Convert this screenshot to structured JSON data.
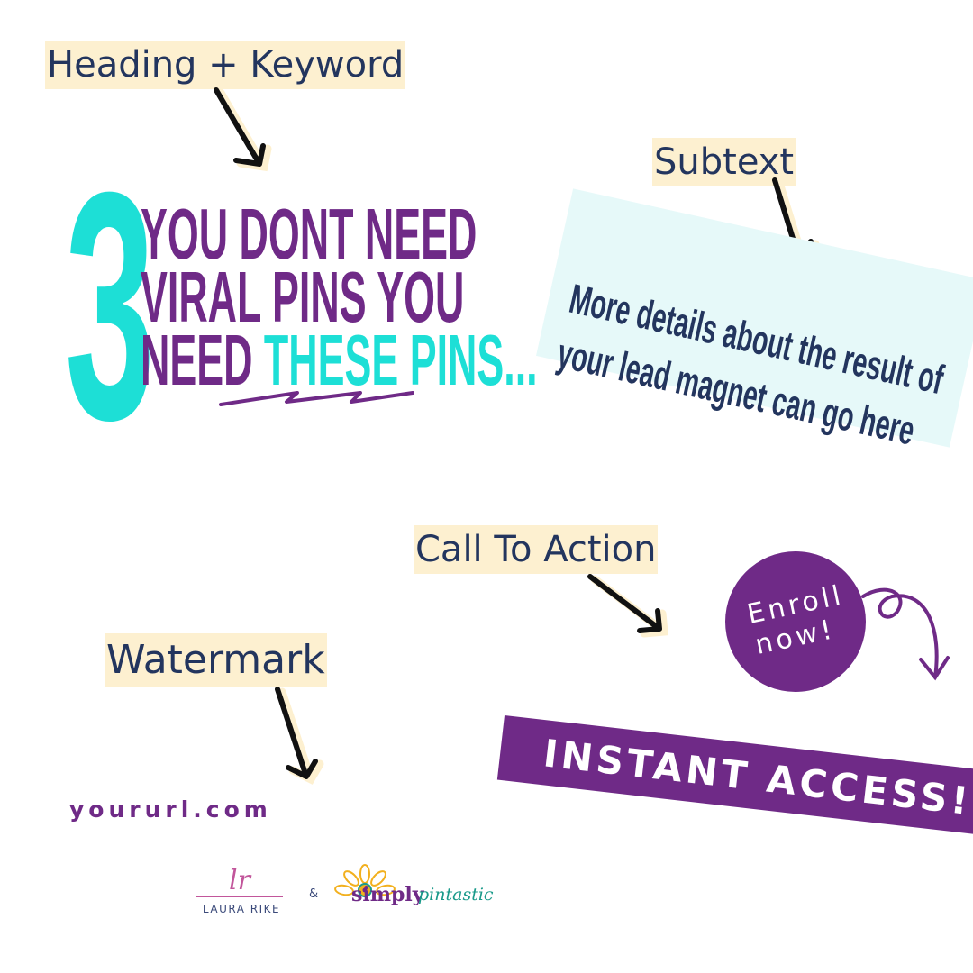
{
  "labels": {
    "heading": "Heading + Keyword",
    "subtext": "Subtext",
    "cta": "Call To Action",
    "watermark": "Watermark"
  },
  "heading": {
    "number": "3",
    "line1": "YOU DONT NEED",
    "line2": "VIRAL PINS YOU",
    "line3_a": "NEED ",
    "line3_b": "THESE PINS..."
  },
  "subtext": {
    "line1": "More details about the result of",
    "line2": "your lead magnet can go here"
  },
  "cta": {
    "circle_line1": "Enroll",
    "circle_line2": "now!",
    "banner": "INSTANT ACCESS!"
  },
  "watermark": {
    "url": "yoururl.com"
  },
  "logos": {
    "laura_monogram": "lr",
    "laura_name": "LAURA RIKE",
    "ampersand": "&",
    "simply": "simply",
    "pintastic": "pintastic"
  },
  "colors": {
    "purple": "#6f2a87",
    "cyan": "#1ddfd6",
    "navy": "#23355e",
    "highlight": "#fdf0d0",
    "subbox": "#e6f9f9"
  }
}
